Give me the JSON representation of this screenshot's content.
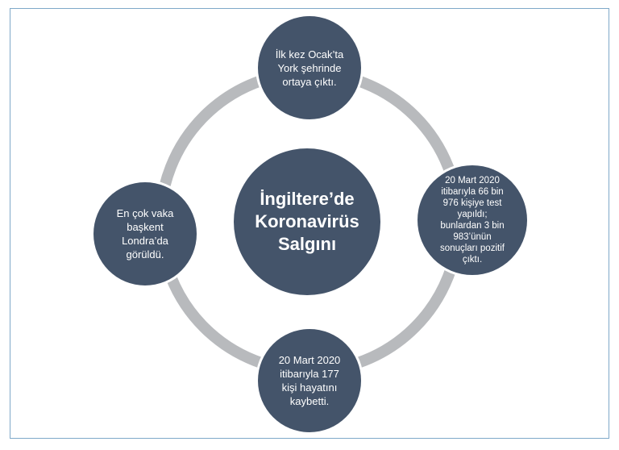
{
  "diagram": {
    "center": {
      "label": "İngiltere’de\nKoronavirüs\nSalgını"
    },
    "nodes": {
      "top": {
        "label": "İlk kez Ocak’ta\nYork şehrinde\nortaya çıktı."
      },
      "right": {
        "label": "20 Mart 2020\nitibarıyla 66 bin\n976 kişiye test\nyapıldı;\nbunlardan 3 bin\n983’ünün\nsonuçları pozitif\nçıktı."
      },
      "bottom": {
        "label": "20 Mart 2020\nitibarıyla 177\nkişi hayatını\nkaybetti."
      },
      "left": {
        "label": "En çok vaka\nbaşkent\nLondra’da\ngörüldü."
      }
    },
    "colors": {
      "node_fill": "#44546a",
      "ring": "#b8babd",
      "border": "#7fa9c9",
      "text": "#ffffff"
    }
  }
}
